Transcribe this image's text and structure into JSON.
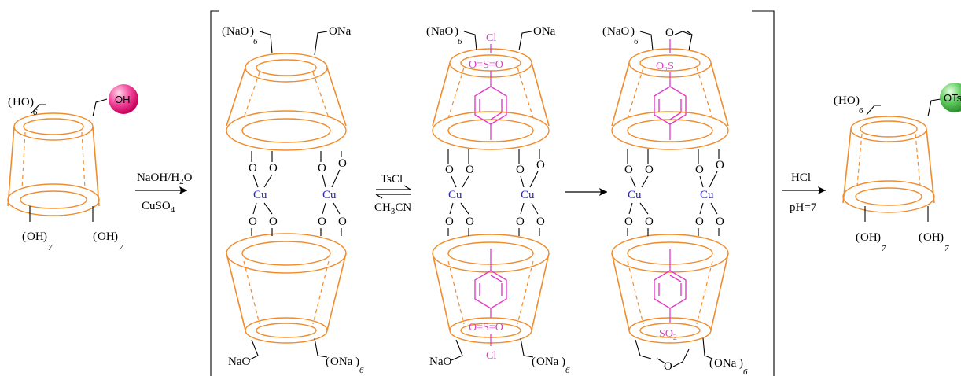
{
  "colors": {
    "cyclodextrin": "#F08C2C",
    "copper": "#1F1FE0",
    "tosyl": "#E03CC8",
    "hydroxyl_ball": "#E8106E",
    "tosylate_ball": "#3FB24A"
  },
  "start_material": {
    "top_left": "HO",
    "top_left_count": "6",
    "top_right_group": "OH",
    "bottom_left": "OH",
    "bottom_left_count": "7",
    "bottom_right": "OH",
    "bottom_right_count": "7"
  },
  "step1": {
    "reagent_top": "NaOH/H",
    "reagent_top_sub": "2",
    "reagent_top_tail": "O",
    "reagent_bottom": "CuSO",
    "reagent_bottom_sub": "4"
  },
  "complex_a": {
    "top_left": "NaO",
    "top_left_count": "6",
    "top_right": "ONa",
    "bottom_left": "NaO",
    "bottom_right": "ONa",
    "bottom_right_count": "6",
    "bridge_atom": "O",
    "metal": "Cu"
  },
  "step2": {
    "reagent_top": "TsCl",
    "reagent_bottom": "CH",
    "reagent_bottom_sub": "3",
    "reagent_bottom_tail": "CN"
  },
  "complex_b": {
    "top_left": "NaO",
    "top_left_count": "6",
    "top_right": "ONa",
    "bottom_left": "NaO",
    "bottom_right": "ONa",
    "bottom_right_count": "6",
    "top_cl": "Cl",
    "bottom_cl": "Cl",
    "sulfonyl": "O=S=O",
    "metal": "Cu",
    "bridge_atom": "O"
  },
  "complex_c": {
    "top_left": "NaO",
    "top_left_count": "6",
    "top_o": "O",
    "bottom_o": "O",
    "bottom_right": "ONa",
    "bottom_right_count": "6",
    "top_so2": "O",
    "top_so2_sub": "2",
    "top_so2_tail": "S",
    "bottom_so2": "SO",
    "bottom_so2_sub": "2",
    "metal": "Cu",
    "bridge_atom": "O"
  },
  "step4": {
    "reagent_top": "HCl",
    "reagent_bottom": "pH=7"
  },
  "product": {
    "top_left": "HO",
    "top_left_count": "6",
    "top_right_group": "OTs",
    "bottom_left": "OH",
    "bottom_left_count": "7",
    "bottom_right": "OH",
    "bottom_right_count": "7"
  }
}
